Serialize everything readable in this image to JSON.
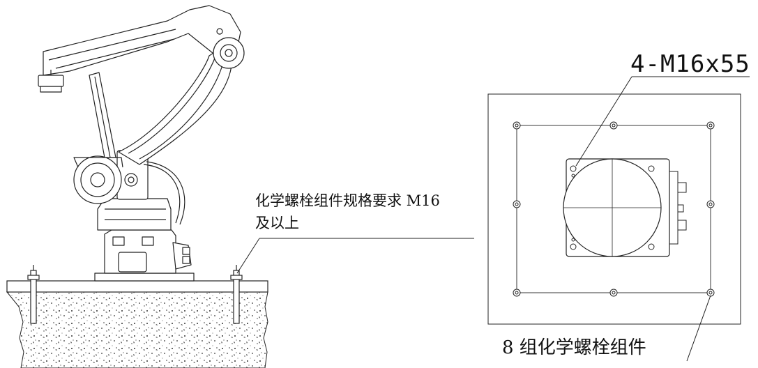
{
  "labels": {
    "anchor_spec_line1": "化学螺栓组件规格要求 M16",
    "anchor_spec_line2": "及以上",
    "bolt_spec": "4-M16x55",
    "anchor_group": "8 组化学螺栓组件"
  },
  "colors": {
    "line": "#222222",
    "concrete_dot": "#333333"
  }
}
